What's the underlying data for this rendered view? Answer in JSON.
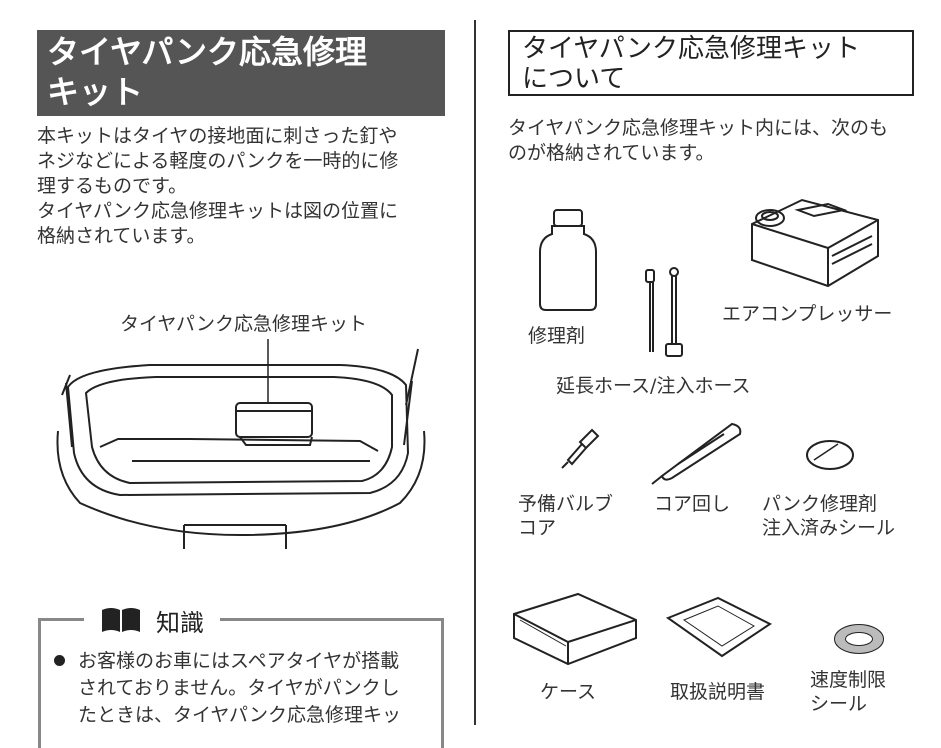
{
  "left": {
    "title_lines": [
      "タイヤパンク応急修理",
      "キット"
    ],
    "body_lines": [
      "本キットはタイヤの接地面に刺さった釘や",
      "ネジなどによる軽度のパンクを一時的に修",
      "理するものです。",
      "タイヤパンク応急修理キットは図の位置に",
      "格納されています。"
    ],
    "figure_label": "タイヤパンク応急修理キット",
    "knowledge": {
      "heading": "知識",
      "icon": "open-book-icon",
      "bullet_lines": [
        "お客様のお車にはスペアタイヤが搭載",
        "されておりません。タイヤがパンクし",
        "たときは、タイヤパンク応急修理キッ"
      ]
    }
  },
  "right": {
    "title_lines": [
      "タイヤパンク応急修理キット",
      "について"
    ],
    "intro_lines": [
      "タイヤパンク応急修理キット内には、次のも",
      "のが格納されています。"
    ],
    "items": {
      "repair_agent": "修理剤",
      "compressor": "エアコンプレッサー",
      "hose": "延長ホース/注入ホース",
      "valve_core": [
        "予備バルブ",
        "コア"
      ],
      "core_tool": "コア回し",
      "sticker": [
        "パンク修理剤",
        "注入済みシール"
      ],
      "case": "ケース",
      "manual": "取扱説明書",
      "speed_sticker": [
        "速度制限",
        "シール"
      ]
    }
  }
}
